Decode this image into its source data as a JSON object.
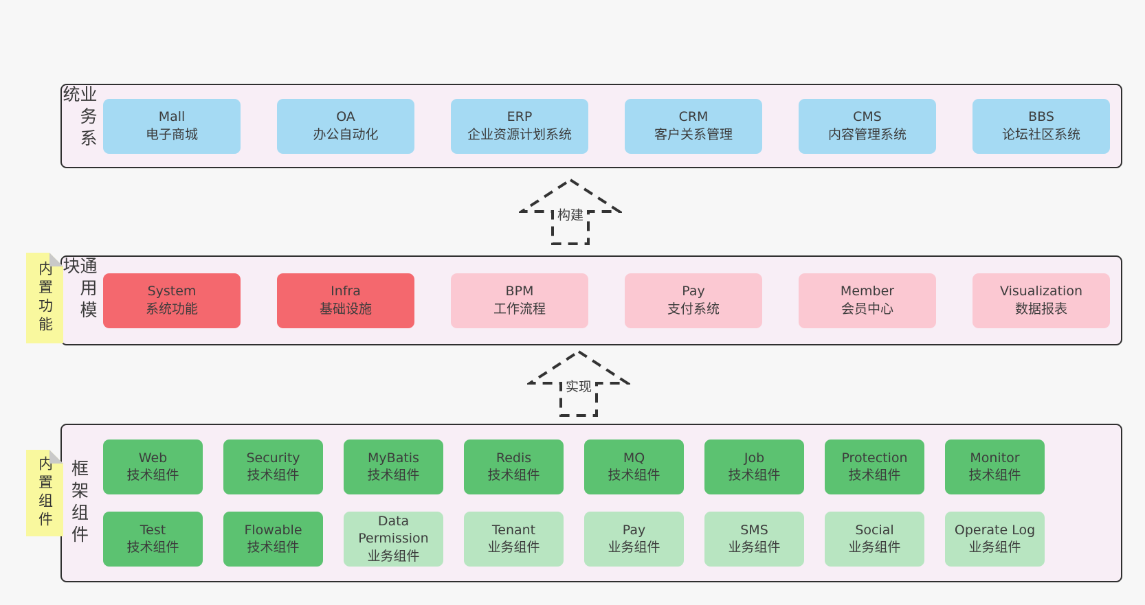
{
  "diagram": {
    "arrows": [
      {
        "label": "构建"
      },
      {
        "label": "实现"
      }
    ],
    "notes": [
      {
        "label": "内置功能"
      },
      {
        "label": "内置组件"
      }
    ],
    "layers": [
      {
        "side_label": "业务系统",
        "boxes": [
          {
            "title": "Mall",
            "subtitle": "电子商城",
            "variant": "blue"
          },
          {
            "title": "OA",
            "subtitle": "办公自动化",
            "variant": "blue"
          },
          {
            "title": "ERP",
            "subtitle": "企业资源计划系统",
            "variant": "blue"
          },
          {
            "title": "CRM",
            "subtitle": "客户关系管理",
            "variant": "blue"
          },
          {
            "title": "CMS",
            "subtitle": "内容管理系统",
            "variant": "blue"
          },
          {
            "title": "BBS",
            "subtitle": "论坛社区系统",
            "variant": "blue"
          }
        ]
      },
      {
        "side_label": "通用模块",
        "boxes": [
          {
            "title": "System",
            "subtitle": "系统功能",
            "variant": "red"
          },
          {
            "title": "Infra",
            "subtitle": "基础设施",
            "variant": "red"
          },
          {
            "title": "BPM",
            "subtitle": "工作流程",
            "variant": "pink"
          },
          {
            "title": "Pay",
            "subtitle": "支付系统",
            "variant": "pink"
          },
          {
            "title": "Member",
            "subtitle": "会员中心",
            "variant": "pink"
          },
          {
            "title": "Visualization",
            "subtitle": "数据报表",
            "variant": "pink"
          }
        ]
      },
      {
        "side_label": "框架组件",
        "rows": [
          [
            {
              "title": "Web",
              "subtitle": "技术组件",
              "variant": "green"
            },
            {
              "title": "Security",
              "subtitle": "技术组件",
              "variant": "green"
            },
            {
              "title": "MyBatis",
              "subtitle": "技术组件",
              "variant": "green"
            },
            {
              "title": "Redis",
              "subtitle": "技术组件",
              "variant": "green"
            },
            {
              "title": "MQ",
              "subtitle": "技术组件",
              "variant": "green"
            },
            {
              "title": "Job",
              "subtitle": "技术组件",
              "variant": "green"
            },
            {
              "title": "Protection",
              "subtitle": "技术组件",
              "variant": "green"
            },
            {
              "title": "Monitor",
              "subtitle": "技术组件",
              "variant": "green"
            }
          ],
          [
            {
              "title": "Test",
              "subtitle": "技术组件",
              "variant": "green"
            },
            {
              "title": "Flowable",
              "subtitle": "技术组件",
              "variant": "green"
            },
            {
              "title": "Data Permission",
              "subtitle": "业务组件",
              "variant": "lightgreen"
            },
            {
              "title": "Tenant",
              "subtitle": "业务组件",
              "variant": "lightgreen"
            },
            {
              "title": "Pay",
              "subtitle": "业务组件",
              "variant": "lightgreen"
            },
            {
              "title": "SMS",
              "subtitle": "业务组件",
              "variant": "lightgreen"
            },
            {
              "title": "Social",
              "subtitle": "业务组件",
              "variant": "lightgreen"
            },
            {
              "title": "Operate Log",
              "subtitle": "业务组件",
              "variant": "lightgreen"
            }
          ]
        ]
      }
    ],
    "colors": {
      "page_bg": "#f7f7f7",
      "layer_bg": "#f8eef6",
      "layer_border": "#2f2f2f",
      "blue": "#a5daf3",
      "red": "#f4686e",
      "pink": "#fbc8d2",
      "green": "#5cc271",
      "lightgreen": "#b8e5c1",
      "note_yellow": "#f9f89e",
      "note_fold": "#c9c9c9",
      "text": "#3c3c3c"
    }
  }
}
